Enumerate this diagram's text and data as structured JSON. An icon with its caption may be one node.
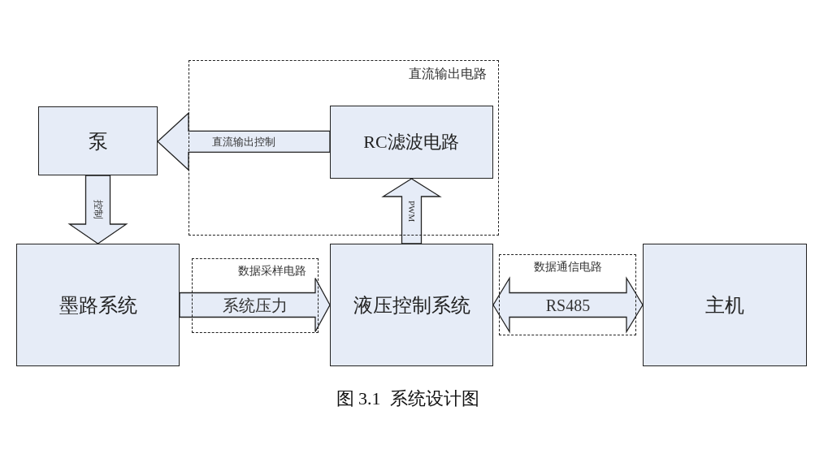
{
  "diagram": {
    "caption": "图 3.1  系统设计图",
    "nodes": [
      {
        "text": [
          "直流输出电路"
        ]
      },
      {
        "text": [
          "泵"
        ]
      },
      {
        "text": [
          "RC滤波电路"
        ],
        "in": 0
      },
      {
        "text": [
          "墨路系统"
        ]
      },
      {
        "text": [
          "数据采样电路"
        ]
      },
      {
        "text": [
          "液压控制系统"
        ]
      },
      {
        "text": [
          "数据通信电路"
        ]
      },
      {
        "text": [
          "主机"
        ]
      }
    ],
    "edges": [
      {
        "from": 2,
        "to": 1,
        "arrow": "to",
        "label": "直流输出控制"
      },
      {
        "from": 1,
        "to": 3,
        "arrow": "to",
        "label": "控制"
      },
      {
        "from": 5,
        "to": 2,
        "arrow": "to",
        "label": "PWM"
      },
      {
        "from": 3,
        "to": 5,
        "arrow": "to",
        "label": "系统压力"
      },
      {
        "from": 5,
        "to": 7,
        "arrow": "both",
        "label": "RS485"
      }
    ]
  }
}
